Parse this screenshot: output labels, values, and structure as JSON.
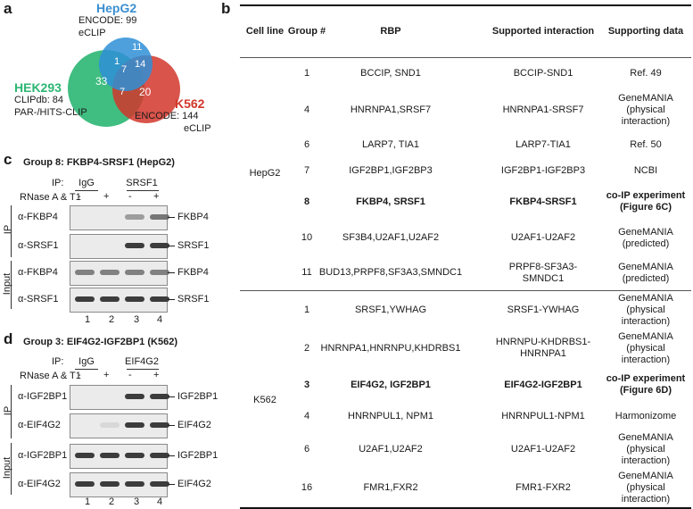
{
  "panel_a": {
    "label": "a",
    "hepg2": {
      "name": "HepG2",
      "line1": "ENCODE: 99",
      "line2": "eCLIP",
      "color": "#3b8fd0"
    },
    "hek293": {
      "name": "HEK293",
      "line1": "CLIPdb: 84",
      "line2": "PAR-/HITS-CLIP",
      "color": "#2bb673"
    },
    "k562": {
      "name": "K562",
      "line1": "ENCODE: 144",
      "line2": "eCLIP",
      "color": "#d2362b"
    },
    "regions": {
      "hepg2_only": "11",
      "hepg2_hek": "1",
      "all_three": "7",
      "hepg2_k562": "14",
      "hek_only": "33",
      "hek_k562": "7",
      "k562_only": "20"
    }
  },
  "panel_b": {
    "label": "b",
    "headers": [
      "Cell line",
      "Group #",
      "RBP",
      "Supported interaction",
      "Supporting data"
    ],
    "hepg2": {
      "cell_line": "HepG2",
      "rows": [
        {
          "group": "1",
          "rbp": "BCCIP, SND1",
          "interaction": "BCCIP-SND1",
          "data": "Ref. 49",
          "bold": false
        },
        {
          "group": "4",
          "rbp": "HNRNPA1,SRSF7",
          "interaction": "HNRNPA1-SRSF7",
          "data": "GeneMANIA\n(physical\ninteraction)",
          "bold": false
        },
        {
          "group": "6",
          "rbp": "LARP7, TIA1",
          "interaction": "LARP7-TIA1",
          "data": "Ref. 50",
          "bold": false
        },
        {
          "group": "7",
          "rbp": "IGF2BP1,IGF2BP3",
          "interaction": "IGF2BP1-IGF2BP3",
          "data": "NCBI",
          "bold": false
        },
        {
          "group": "8",
          "rbp": "FKBP4, SRSF1",
          "interaction": "FKBP4-SRSF1",
          "data": "co-IP experiment\n(Figure 6C)",
          "bold": true
        },
        {
          "group": "10",
          "rbp": "SF3B4,U2AF1,U2AF2",
          "interaction": "U2AF1-U2AF2",
          "data": "GeneMANIA\n(predicted)",
          "bold": false
        },
        {
          "group": "11",
          "rbp": "BUD13,PRPF8,SF3A3,SMNDC1",
          "interaction": "PRPF8-SF3A3-\nSMNDC1",
          "data": "GeneMANIA\n(predicted)",
          "bold": false
        }
      ]
    },
    "k562": {
      "cell_line": "K562",
      "rows": [
        {
          "group": "1",
          "rbp": "SRSF1,YWHAG",
          "interaction": "SRSF1-YWHAG",
          "data": "GeneMANIA\n(physical\ninteraction)",
          "bold": false
        },
        {
          "group": "2",
          "rbp": "HNRNPA1,HNRNPU,KHDRBS1",
          "interaction": "HNRNPU-KHDRBS1-\nHNRNPA1",
          "data": "GeneMANIA\n(physical\ninteraction)",
          "bold": false
        },
        {
          "group": "3",
          "rbp": "EIF4G2, IGF2BP1",
          "interaction": "EIF4G2-IGF2BP1",
          "data": "co-IP experiment\n(Figure 6D)",
          "bold": true
        },
        {
          "group": "4",
          "rbp": "HNRNPUL1, NPM1",
          "interaction": "HNRNPUL1-NPM1",
          "data": "Harmonizome",
          "bold": false
        },
        {
          "group": "6",
          "rbp": "U2AF1,U2AF2",
          "interaction": "U2AF1-U2AF2",
          "data": "GeneMANIA\n(physical\ninteraction)",
          "bold": false
        },
        {
          "group": "16",
          "rbp": "FMR1,FXR2",
          "interaction": "FMR1-FXR2",
          "data": "GeneMANIA\n(physical\ninteraction)",
          "bold": false
        }
      ]
    }
  },
  "panel_c": {
    "label": "c",
    "title": "Group 8: FKBP4-SRSF1 (HepG2)",
    "ip_label": "IP:",
    "ip_groups": [
      "IgG",
      "SRSF1"
    ],
    "rnase_label": "RNase A & T1",
    "rnase_signs": [
      "-",
      "+",
      "-",
      "+"
    ],
    "section_ip": "IP",
    "section_input": "Input",
    "blots": [
      {
        "antibody": "α-FKBP4",
        "target": "FKBP4",
        "levels": [
          0,
          0,
          0.55,
          0.75
        ]
      },
      {
        "antibody": "α-SRSF1",
        "target": "SRSF1",
        "levels": [
          0,
          0,
          1,
          1
        ]
      },
      {
        "antibody": "α-FKBP4",
        "target": "FKBP4",
        "levels": [
          0.7,
          0.7,
          0.7,
          0.7
        ]
      },
      {
        "antibody": "α-SRSF1",
        "target": "SRSF1",
        "levels": [
          1,
          1,
          1,
          1
        ]
      }
    ],
    "lanes": [
      "1",
      "2",
      "3",
      "4"
    ]
  },
  "panel_d": {
    "label": "d",
    "title": "Group 3: EIF4G2-IGF2BP1 (K562)",
    "ip_label": "IP:",
    "ip_groups": [
      "IgG",
      "EIF4G2"
    ],
    "rnase_label": "RNase A & T1",
    "rnase_signs": [
      "-",
      "+",
      "-",
      "+"
    ],
    "section_ip": "IP",
    "section_input": "Input",
    "blots": [
      {
        "antibody": "α-IGF2BP1",
        "target": "IGF2BP1",
        "levels": [
          0,
          0,
          1,
          1
        ]
      },
      {
        "antibody": "α-EIF4G2",
        "target": "EIF4G2",
        "levels": [
          0,
          0.1,
          1,
          1
        ]
      },
      {
        "antibody": "α-IGF2BP1",
        "target": "IGF2BP1",
        "levels": [
          1,
          1,
          1,
          1
        ]
      },
      {
        "antibody": "α-EIF4G2",
        "target": "EIF4G2",
        "levels": [
          1,
          1,
          1,
          1
        ]
      }
    ],
    "lanes": [
      "1",
      "2",
      "3",
      "4"
    ]
  }
}
